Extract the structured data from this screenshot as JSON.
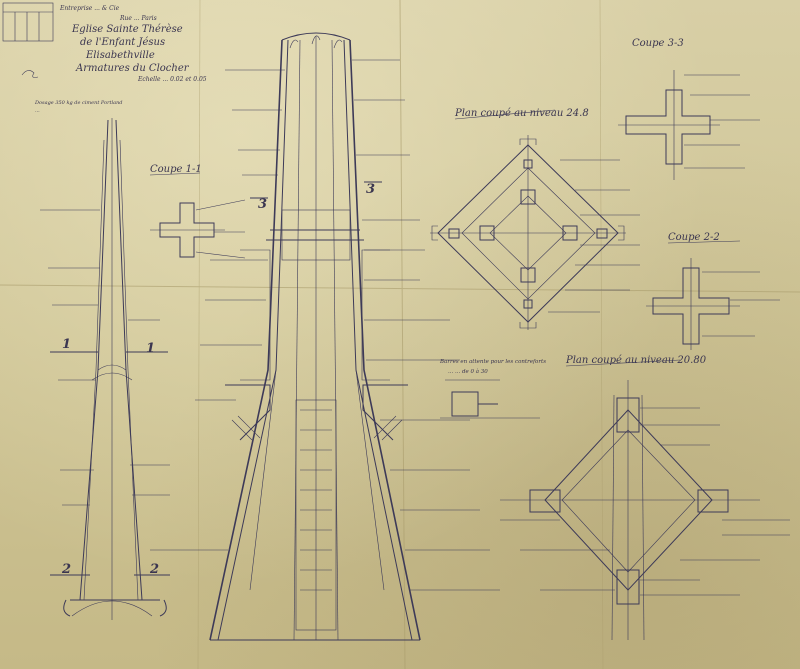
{
  "title_block": {
    "line1": "Entreprise ... & Cie",
    "line2": "Rue ... Paris",
    "line3": "Eglise Sainte Thérèse",
    "line4": "de l'Enfant Jésus",
    "line5": "Elisabethville",
    "line6": "Armatures du Clocher",
    "line7": "Echelle ... 0.02 et 0.05"
  },
  "top_note": {
    "line1": "Dosage 350 kg de ciment Portland",
    "line2": "..."
  },
  "section_labels": {
    "coupe_11": "Coupe 1-1",
    "coupe_22": "Coupe 2-2",
    "coupe_33": "Coupe 3-3",
    "plan_248": "Plan coupé au niveau 24.8",
    "plan_2080": "Plan coupé au niveau 20.80",
    "marker_1": "1",
    "marker_2": "2",
    "marker_3": "3",
    "plinth_note1": "Barres en attente pour les contreforts",
    "plinth_note2": "... ... de 0 à 30"
  },
  "colors": {
    "paper": "#d3c99c",
    "ink": "#3d3a58",
    "stain": "#8a7c4a"
  }
}
